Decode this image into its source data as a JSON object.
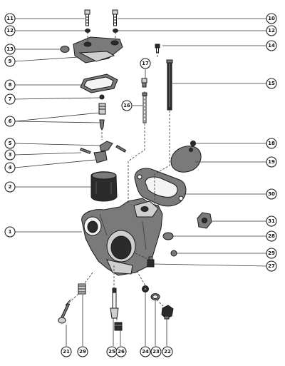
{
  "callouts": {
    "c11": "11",
    "c10": "10",
    "c12a": "12",
    "c12b": "12",
    "c13": "13",
    "c14": "14",
    "c9": "9",
    "c17": "17",
    "c15": "15",
    "c8": "8",
    "c7": "7",
    "c16a": "16",
    "c6": "6",
    "c5": "5",
    "c18": "18",
    "c3": "3",
    "c19": "19",
    "c4": "4",
    "c2": "2",
    "c30": "30",
    "c31": "31",
    "c1": "1",
    "c28": "28",
    "c29a": "29",
    "c27": "27",
    "c21": "21",
    "c29b": "29",
    "c25": "25",
    "c26": "26",
    "c24": "24",
    "c23": "23",
    "c22": "22"
  }
}
